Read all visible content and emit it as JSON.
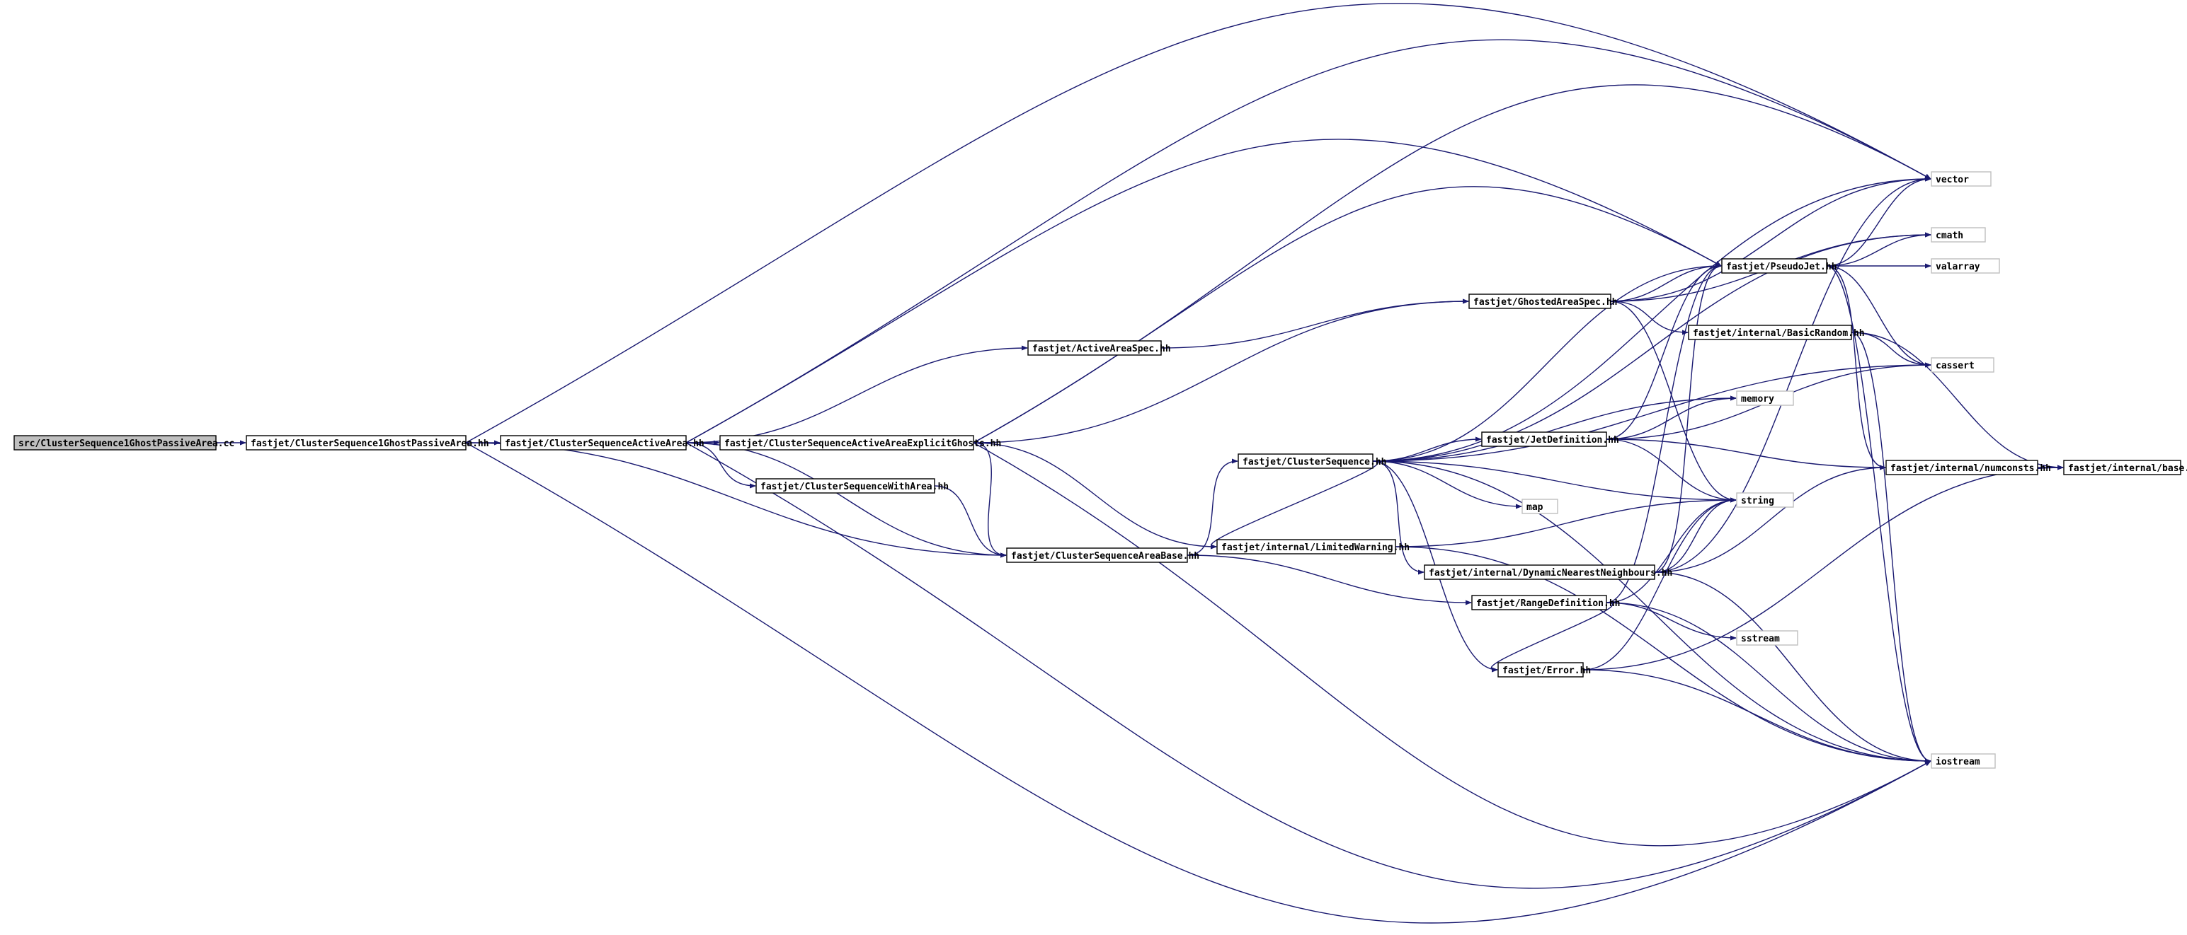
{
  "nodes": [
    {
      "id": "root",
      "label": "src/ClusterSequence1GhostPassiveArea.cc",
      "kind": "root"
    },
    {
      "id": "cs1gpa",
      "label": "fastjet/ClusterSequence1GhostPassiveArea.hh",
      "kind": "normal"
    },
    {
      "id": "csaa",
      "label": "fastjet/ClusterSequenceActiveArea.hh",
      "kind": "normal"
    },
    {
      "id": "csaaeg",
      "label": "fastjet/ClusterSequenceActiveAreaExplicitGhosts.hh",
      "kind": "normal"
    },
    {
      "id": "aas",
      "label": "fastjet/ActiveAreaSpec.hh",
      "kind": "normal"
    },
    {
      "id": "cswa",
      "label": "fastjet/ClusterSequenceWithArea.hh",
      "kind": "normal"
    },
    {
      "id": "csab",
      "label": "fastjet/ClusterSequenceAreaBase.hh",
      "kind": "normal"
    },
    {
      "id": "cs",
      "label": "fastjet/ClusterSequence.hh",
      "kind": "normal"
    },
    {
      "id": "lw",
      "label": "fastjet/internal/LimitedWarning.hh",
      "kind": "normal"
    },
    {
      "id": "gas",
      "label": "fastjet/GhostedAreaSpec.hh",
      "kind": "normal"
    },
    {
      "id": "jd",
      "label": "fastjet/JetDefinition.hh",
      "kind": "normal"
    },
    {
      "id": "dnn",
      "label": "fastjet/internal/DynamicNearestNeighbours.hh",
      "kind": "normal"
    },
    {
      "id": "rd",
      "label": "fastjet/RangeDefinition.hh",
      "kind": "normal"
    },
    {
      "id": "err",
      "label": "fastjet/Error.hh",
      "kind": "normal"
    },
    {
      "id": "pj",
      "label": "fastjet/PseudoJet.hh",
      "kind": "normal"
    },
    {
      "id": "br",
      "label": "fastjet/internal/BasicRandom.hh",
      "kind": "normal"
    },
    {
      "id": "nc",
      "label": "fastjet/internal/numconsts.hh",
      "kind": "normal"
    },
    {
      "id": "base",
      "label": "fastjet/internal/base.hh",
      "kind": "normal"
    },
    {
      "id": "vector",
      "label": "vector",
      "kind": "system"
    },
    {
      "id": "cmath",
      "label": "cmath",
      "kind": "system"
    },
    {
      "id": "valarray",
      "label": "valarray",
      "kind": "system"
    },
    {
      "id": "cassert",
      "label": "cassert",
      "kind": "system"
    },
    {
      "id": "memory",
      "label": "memory",
      "kind": "system"
    },
    {
      "id": "map",
      "label": "map",
      "kind": "system"
    },
    {
      "id": "string",
      "label": "string",
      "kind": "system"
    },
    {
      "id": "sstream",
      "label": "sstream",
      "kind": "system"
    },
    {
      "id": "iostream",
      "label": "iostream",
      "kind": "system"
    }
  ],
  "edges": [
    [
      "root",
      "cs1gpa"
    ],
    [
      "cs1gpa",
      "csaa"
    ],
    [
      "cs1gpa",
      "csab"
    ],
    [
      "cs1gpa",
      "vector"
    ],
    [
      "cs1gpa",
      "iostream"
    ],
    [
      "csaa",
      "csaaeg"
    ],
    [
      "csaa",
      "aas"
    ],
    [
      "csaa",
      "cswa"
    ],
    [
      "csaa",
      "csab"
    ],
    [
      "csaa",
      "vector"
    ],
    [
      "csaa",
      "pj"
    ],
    [
      "csaa",
      "iostream"
    ],
    [
      "csaaeg",
      "gas"
    ],
    [
      "csaaeg",
      "pj"
    ],
    [
      "csaaeg",
      "lw"
    ],
    [
      "csaaeg",
      "csab"
    ],
    [
      "csaaeg",
      "vector"
    ],
    [
      "csaaeg",
      "iostream"
    ],
    [
      "aas",
      "gas"
    ],
    [
      "cswa",
      "csab"
    ],
    [
      "csab",
      "cs"
    ],
    [
      "csab",
      "rd"
    ],
    [
      "cs",
      "jd"
    ],
    [
      "cs",
      "dnn"
    ],
    [
      "cs",
      "pj"
    ],
    [
      "cs",
      "lw"
    ],
    [
      "cs",
      "err"
    ],
    [
      "cs",
      "vector"
    ],
    [
      "cs",
      "map"
    ],
    [
      "cs",
      "memory"
    ],
    [
      "cs",
      "cassert"
    ],
    [
      "cs",
      "string"
    ],
    [
      "cs",
      "cmath"
    ],
    [
      "cs",
      "iostream"
    ],
    [
      "lw",
      "string"
    ],
    [
      "lw",
      "iostream"
    ],
    [
      "gas",
      "br"
    ],
    [
      "gas",
      "pj"
    ],
    [
      "gas",
      "vector"
    ],
    [
      "gas",
      "string"
    ],
    [
      "gas",
      "cmath"
    ],
    [
      "jd",
      "pj"
    ],
    [
      "jd",
      "nc"
    ],
    [
      "jd",
      "memory"
    ],
    [
      "jd",
      "string"
    ],
    [
      "jd",
      "cassert"
    ],
    [
      "dnn",
      "pj"
    ],
    [
      "dnn",
      "vector"
    ],
    [
      "dnn",
      "string"
    ],
    [
      "dnn",
      "nc"
    ],
    [
      "dnn",
      "iostream"
    ],
    [
      "rd",
      "pj"
    ],
    [
      "rd",
      "err"
    ],
    [
      "rd",
      "string"
    ],
    [
      "rd",
      "sstream"
    ],
    [
      "rd",
      "iostream"
    ],
    [
      "err",
      "string"
    ],
    [
      "err",
      "base"
    ],
    [
      "err",
      "iostream"
    ],
    [
      "pj",
      "vector"
    ],
    [
      "pj",
      "valarray"
    ],
    [
      "pj",
      "cmath"
    ],
    [
      "pj",
      "nc"
    ],
    [
      "pj",
      "cassert"
    ],
    [
      "pj",
      "iostream"
    ],
    [
      "br",
      "base"
    ],
    [
      "br",
      "cassert"
    ],
    [
      "br",
      "iostream"
    ],
    [
      "nc",
      "base"
    ]
  ]
}
